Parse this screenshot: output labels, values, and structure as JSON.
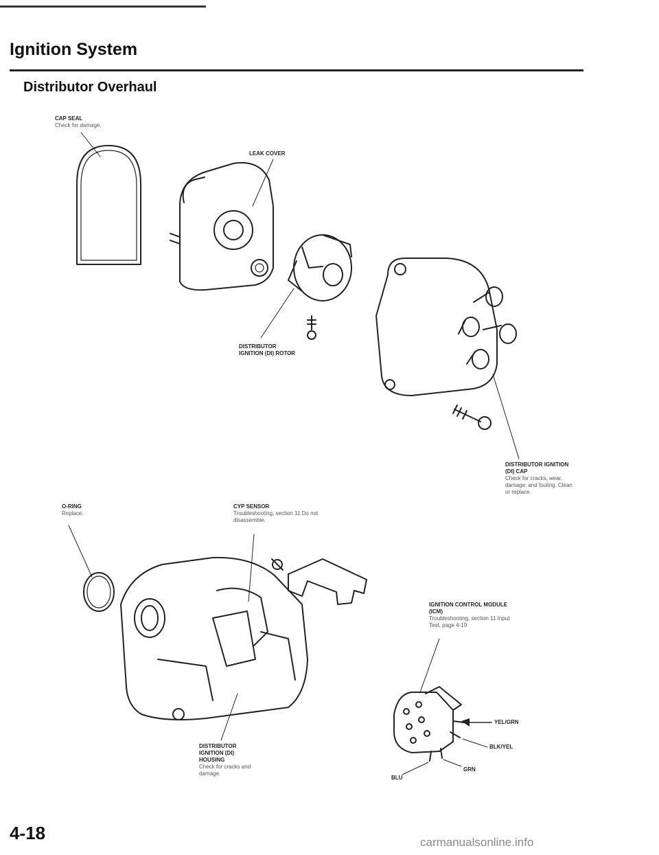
{
  "header": {
    "section_title": "Ignition System",
    "page_heading": "Distributor Overhaul"
  },
  "labels": {
    "cap_seal": {
      "title": "CAP SEAL",
      "note": "Check for damage."
    },
    "leak_cover": {
      "title": "LEAK COVER"
    },
    "rotor": {
      "title": "DISTRIBUTOR IGNITION (DI) ROTOR"
    },
    "di_cap": {
      "title": "DISTRIBUTOR IGNITION (DI) CAP",
      "note": "Check for cracks, wear, damage, and fouling. Clean or replace."
    },
    "o_ring": {
      "title": "O-RING",
      "note": "Replace."
    },
    "cyp_sensor": {
      "title": "CYP SENSOR",
      "note": "Troubleshooting, section 11 Do not disassemble."
    },
    "icm": {
      "title": "IGNITION CONTROL MODULE (ICM)",
      "note": "Troubleshooting, section 11 Input Test, page 4-19"
    },
    "housing": {
      "title": "DISTRIBUTOR IGNITION (DI) HOUSING",
      "note": "Check for cracks and damage."
    },
    "wire_yel_grn": "YEL/GRN",
    "wire_blk_yel": "BLK/YEL",
    "wire_grn": "GRN",
    "wire_blu": "BLU"
  },
  "footer": {
    "page_number": "4-18",
    "watermark": "carmanualsonline.info"
  }
}
